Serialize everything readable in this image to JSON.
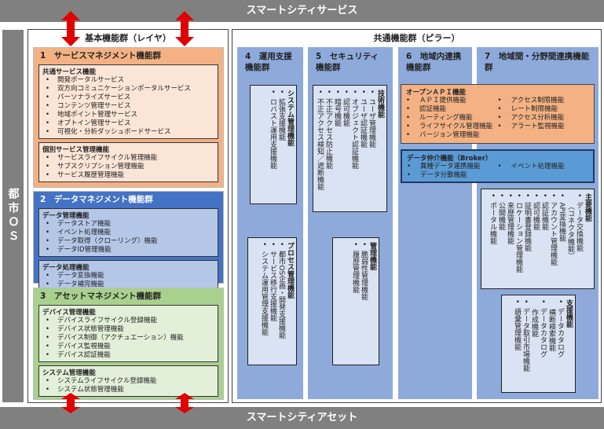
{
  "top_bar": "スマートシティサービス",
  "bottom_bar": "スマートシティアセット",
  "city_os": "都市ＯＳ",
  "basic": {
    "title": "基本機能群（レイヤ）",
    "sections": [
      {
        "title": "1　サービスマネジメント機能群",
        "groups": [
          {
            "title": "共通サービス機能",
            "items": [
              "開発ポータルサービス",
              "双方向コミュニケーションポータルサービス",
              "パーソナライズサービス",
              "コンテンツ管理サービス",
              "地域ポイント管理サービス",
              "オプトイン管理サービス",
              "可視化・分析ダッシュボードサービス"
            ]
          },
          {
            "title": "個別サービス管理機能",
            "items": [
              "サービスライフサイクル管理機能",
              "サブスクリプション管理機能",
              "サービス履歴管理機能"
            ]
          }
        ]
      },
      {
        "title": "2　データマネジメント機能群",
        "groups": [
          {
            "title": "データ管理機能",
            "items": [
              "データストア機能",
              "イベント処理機能",
              "データ取得（クローリング）機能",
              "データID管理機能"
            ]
          },
          {
            "title": "データ処理機能",
            "items": [
              "データ変換機能",
              "データ補完機能"
            ]
          }
        ]
      },
      {
        "title": "3　アセットマネジメント機能群",
        "groups": [
          {
            "title": "デバイス管理機能",
            "items": [
              "デバイスライフサイクル登録機能",
              "デバイス状態管理機能",
              "デバイス制御（アクチュエーション）機能",
              "デバイス監視機能",
              "デバイス認証機能"
            ]
          },
          {
            "title": "システム管理機能",
            "items": [
              "システムライフサイクル登録機能",
              "システム状態管理機能"
            ]
          }
        ]
      }
    ]
  },
  "common": {
    "title": "共通機能群（ピラー）",
    "col4": {
      "title": "4　運用支援機能群",
      "box1": {
        "title": "システム管理機能",
        "items": [
          "拡張支援機能",
          "ロバスト運用支援機能"
        ]
      },
      "box2": {
        "title": "プロセス管理機能",
        "items": [
          "都市OS企画・開発支援機能",
          "サービス移行支援機能",
          "システム運用管理支援機能"
        ]
      }
    },
    "col5": {
      "title": "5　セキュリティ機能群",
      "box1": {
        "title": "技術機能",
        "items": [
          "ユーザ管理機能",
          "ユーザ認証機能",
          "オブジェクト認証機能",
          "認可機能",
          "暗号機能",
          "不正アクセス防止機能",
          "不正アクセス検知／遮断機能"
        ]
      },
      "box2": {
        "title": "管理機能",
        "items": [
          "脆弱性管理機能",
          "履歴管理機能"
        ]
      }
    },
    "col6": {
      "title": "6　地域内連携機能群"
    },
    "col7": {
      "title": "7　地域間・分野間連携機能群",
      "main": {
        "title": "主要機能",
        "items": [
          "データ交換機能",
          "（コネクタ機能）",
          "API変換機能",
          "アカウント管理機能",
          "認証機能",
          "認可機能",
          "証明書登録機能",
          "ロケーション管理機能",
          "来歴管理機能",
          "公開機能",
          "ポータル機能"
        ]
      },
      "support": {
        "title": "支援機能",
        "items": [
          "データカタログ",
          "横断検索機能",
          "データカタログ",
          "作成機能",
          "データ取引市場機能",
          "語彙管理機能"
        ]
      }
    },
    "open_api": {
      "title": "オープンＡＰＩ機能",
      "items": [
        "ＡＰＩ提供機能",
        "認証機能",
        "ルーティング機能",
        "ライフサイクル管理機能",
        "バージョン管理機能",
        "アクセス制限機能",
        "レート制限機能",
        "アクセス分析機能",
        "アラート監視機能"
      ]
    },
    "broker": {
      "title": "データ仲介機能（Broker）",
      "items": [
        "異種データ連携機能",
        "データ分散機能",
        "イベント処理機能"
      ]
    }
  },
  "colors": {
    "orange": "#f4b183",
    "blue": "#4472c4",
    "green": "#a9d18e",
    "pillar": "#8eaadb",
    "arrow": "#e00000"
  }
}
